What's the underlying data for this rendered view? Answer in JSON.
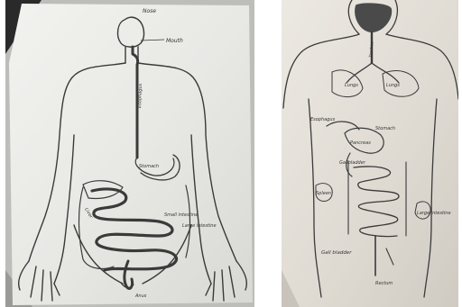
{
  "photos": [
    {
      "id": "left",
      "subject": "hand-drawn human body outline on paper with the digestive tract traced in marker"
    },
    {
      "id": "right",
      "subject": "hand-drawn human body outline on paper with labelled respiratory and digestive organs"
    }
  ],
  "labels": {
    "left": [
      "Nose",
      "Mouth",
      "Esophagus",
      "Stomach",
      "Liver",
      "Small intestine",
      "Large intestine",
      "Anus"
    ],
    "right": [
      "Trachea",
      "Lungs",
      "Lungs",
      "Esophagus",
      "Stomach",
      "Pancreas",
      "Gallbladder",
      "Spleen",
      "Large intestine",
      "Gall bladder",
      "Rectum"
    ]
  },
  "colors": {
    "paper_left": "#e9e9e6",
    "paper_right": "#dedad2",
    "ink": "#3a3a3a",
    "shadow": "#2a2a2a"
  }
}
